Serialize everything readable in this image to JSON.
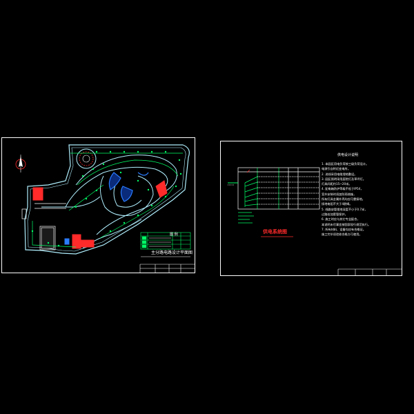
{
  "left_sheet": {
    "title": "主分路电路设计平面图",
    "legend_header": "图 例"
  },
  "right_sheet": {
    "notes_title": "供电设计说明",
    "system_title": "供电系统图",
    "notes_lines": [
      "1. 本园区用电负荷按三级负荷设计。",
      "   电源引自附近变电所。",
      "2. 进线采用电缆埋地敷设。",
      "3. 园区照明采用庭院灯及草坪灯。",
      "   灯具间距约15~20米。",
      "4. 配电箱防护等级不低于IP54，",
      "   室外安装时须加防雨措施，",
      "   所有灯具金属外壳均应可靠接地。",
      "   接地电阻不大于4欧姆。",
      "5. 线路穿管埋地深度不小于0.7米，",
      "   过路处加套管保护。",
      "6. 施工时应与其它专业配合，",
      "   本说明未尽事宜按国家现行规范执行。",
      "7. 所有材料、设备均应有合格证。",
      "   施工完毕须验收合格方可使用。"
    ]
  },
  "colors": {
    "background": "#000000",
    "frame": "#ffffff",
    "circuit": "#00ff66",
    "path": "#b0f0ff",
    "water": "#2a7cff",
    "building": "#ff2a2a",
    "title_text": "#ff2a2a"
  }
}
